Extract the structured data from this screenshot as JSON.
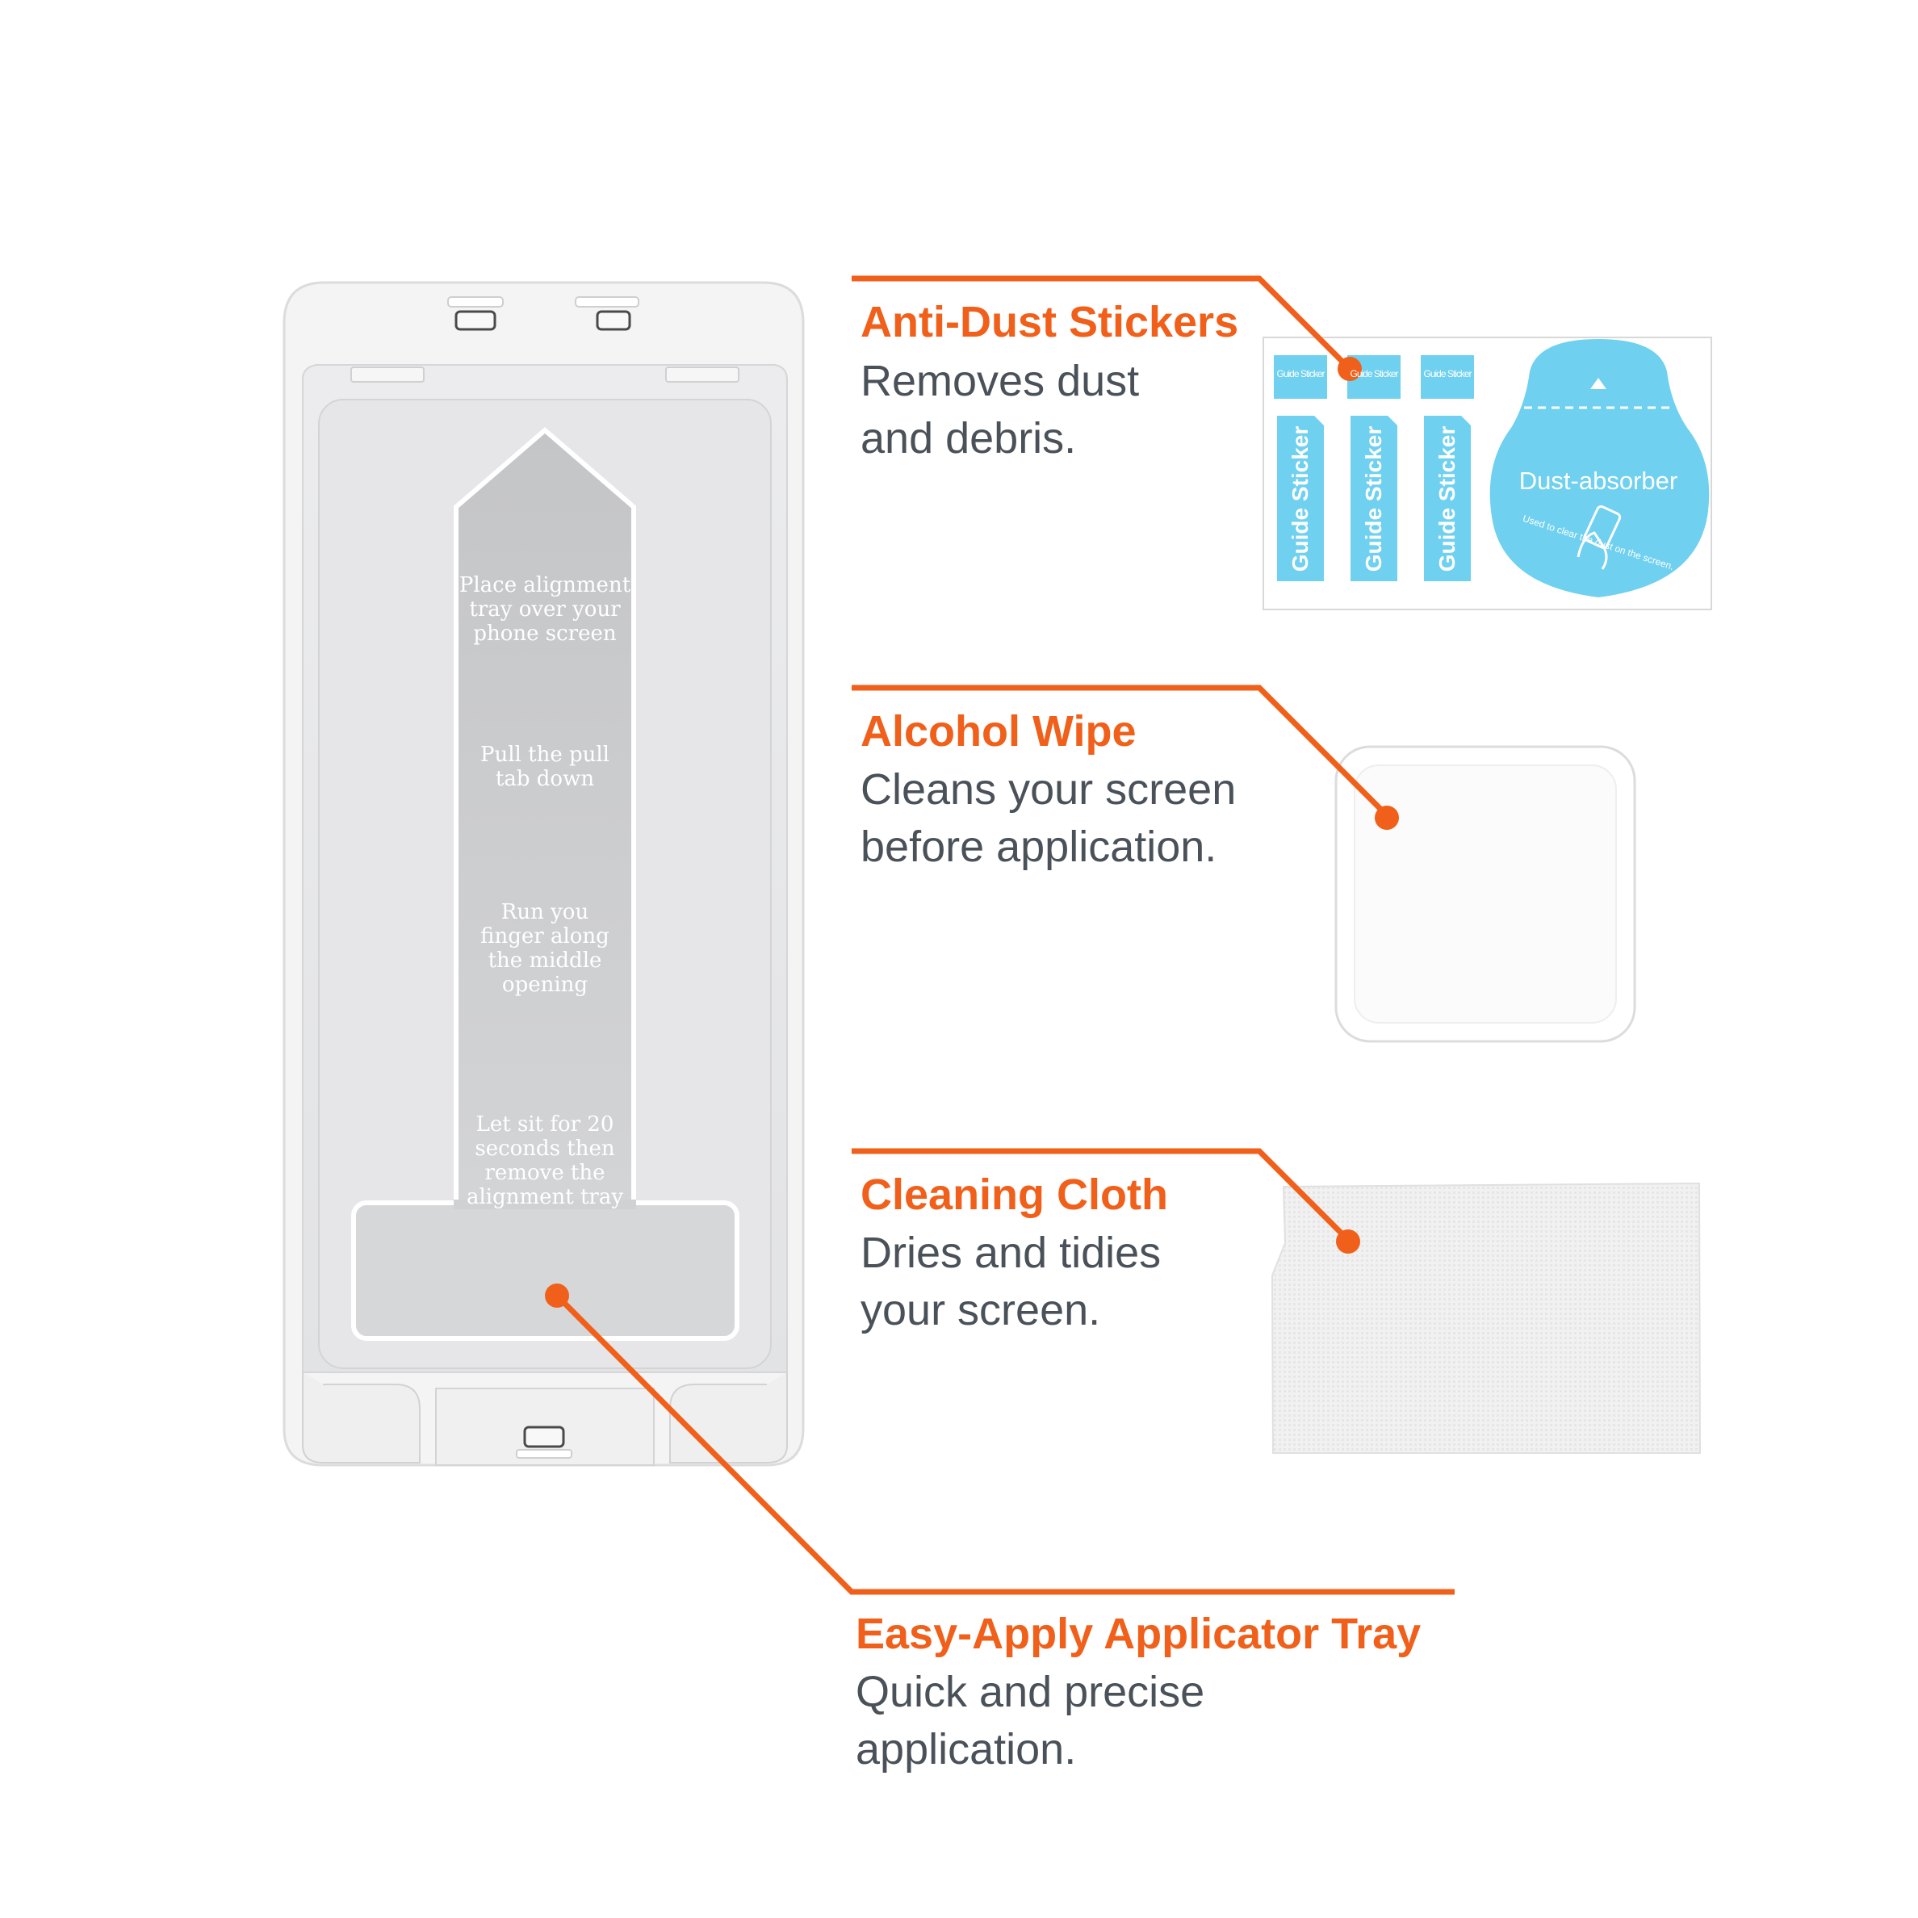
{
  "callouts": [
    {
      "id": "anti-dust",
      "title": "Anti-Dust Stickers",
      "lines": [
        "Removes dust",
        "and debris."
      ]
    },
    {
      "id": "alcohol",
      "title": "Alcohol Wipe",
      "lines": [
        "Cleans your screen",
        "before application."
      ]
    },
    {
      "id": "cloth",
      "title": "Cleaning Cloth",
      "lines": [
        "Dries and tidies",
        "your screen."
      ]
    },
    {
      "id": "tray",
      "title": "Easy-Apply Applicator Tray",
      "lines": [
        "Quick and precise",
        "application."
      ]
    }
  ],
  "tray_steps": [
    [
      "Place alignment",
      "tray over your",
      "phone screen"
    ],
    [
      "Pull the pull",
      "tab down"
    ],
    [
      "Run you",
      "finger along",
      "the middle",
      "opening"
    ],
    [
      "Let sit for 20",
      "seconds then",
      "remove the",
      "alignment tray"
    ]
  ],
  "stickers": {
    "guide_label": "Guide Sticker",
    "absorber_label": "Dust-absorber",
    "absorber_caption": "Used to clear the dust on the screen."
  },
  "colors": {
    "accent": "#f0601a",
    "text": "#4a5158",
    "sticker_blue": "#6fd0ef",
    "sticker_text": "#ffffff"
  }
}
